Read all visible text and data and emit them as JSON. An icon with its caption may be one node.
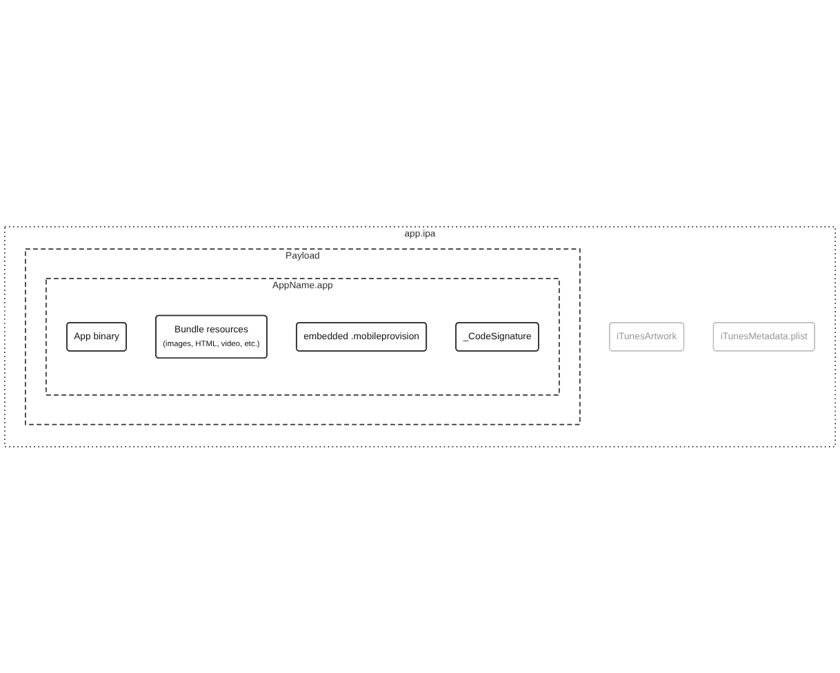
{
  "diagram": {
    "nodes": [
      {
        "text": [
          "app.ipa"
        ]
      },
      {
        "text": [
          "Payload"
        ],
        "in": 0
      },
      {
        "text": [
          "AppName.app"
        ],
        "in": 1
      },
      {
        "text": [
          "App binary"
        ],
        "in": 2
      },
      {
        "text": [
          "Bundle resources",
          "(images, HTML, video, etc.)"
        ],
        "in": 2
      },
      {
        "text": [
          "embedded .mobileprovision"
        ],
        "in": 2
      },
      {
        "text": [
          "_CodeSignature"
        ],
        "in": 2
      },
      {
        "text": [
          "iTunesArtwork"
        ],
        "in": 0
      },
      {
        "text": [
          "iTunesMetadata.plist"
        ],
        "in": 0
      }
    ]
  }
}
